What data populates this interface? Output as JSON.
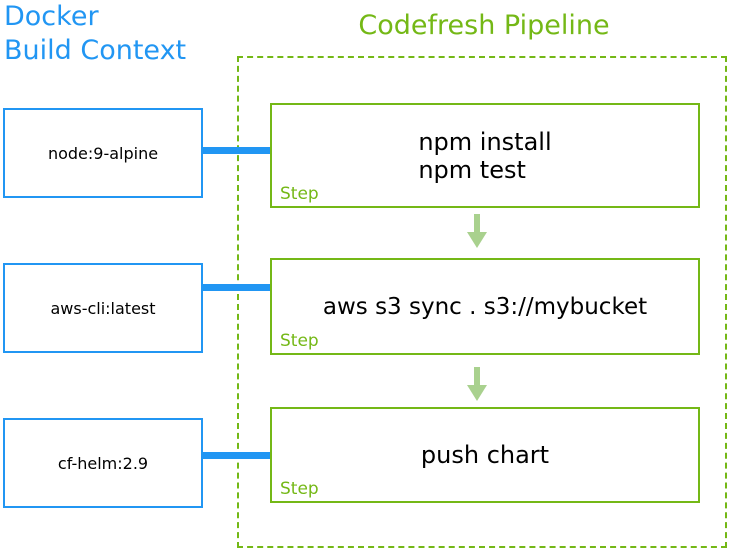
{
  "titles": {
    "left": "Docker\nBuild Context",
    "right": "Codefresh Pipeline"
  },
  "colors": {
    "blue": "#2196f3",
    "green": "#74b816",
    "arrow_green": "#a9d18e",
    "text": "#000000"
  },
  "pipeline": {
    "steps": [
      {
        "image": "node:9-alpine",
        "command": "npm install\nnpm test",
        "step_label": "Step"
      },
      {
        "image": "aws-cli:latest",
        "command": "aws s3 sync . s3://mybucket",
        "step_label": "Step"
      },
      {
        "image": "cf-helm:2.9",
        "command": "push chart",
        "step_label": "Step"
      }
    ]
  }
}
